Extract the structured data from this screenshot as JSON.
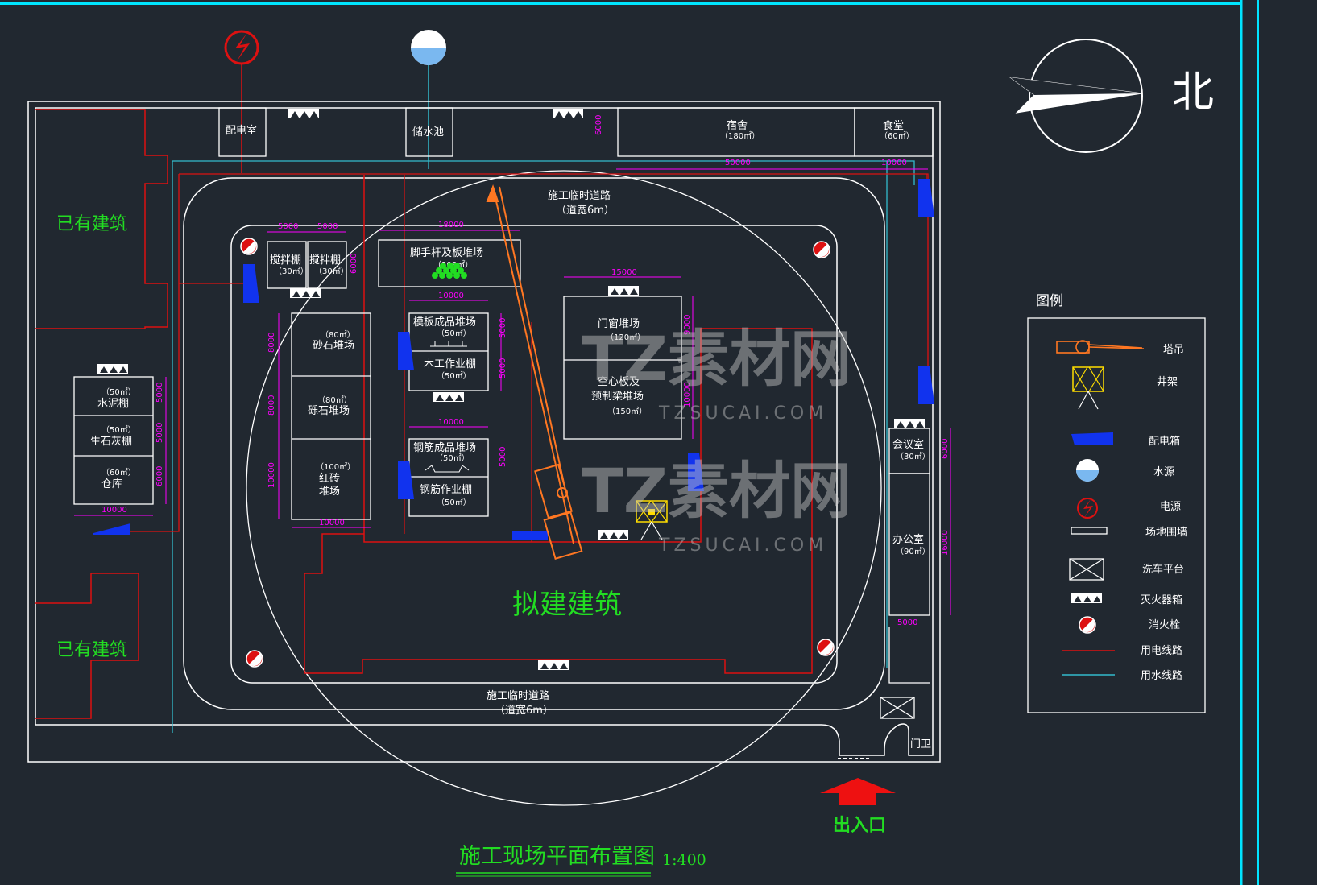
{
  "north_label": "北",
  "existing_building": "已有建筑",
  "proposed_building": "拟建建筑",
  "road_label": "施工临时道路",
  "road_width": "（道宽6m）",
  "entrance": "出入口",
  "title": "施工现场平面布置图",
  "scale": "1:400",
  "watermark": {
    "main": "TZ素材网",
    "sub": "TZSUCAI.COM"
  },
  "top_row": {
    "power_room": "配电室",
    "water_pool": "储水池",
    "dorm": "宿舍",
    "dorm_area": "（180㎡）",
    "canteen": "食堂",
    "canteen_area": "（60㎡）"
  },
  "left_sheds": {
    "cement": "水泥棚",
    "cement_area": "（50㎡）",
    "lime": "生石灰棚",
    "lime_area": "（50㎡）",
    "warehouse": "仓库",
    "warehouse_area": "（60㎡）"
  },
  "mixers": {
    "label": "搅拌棚",
    "area": "（30㎡）"
  },
  "yards": {
    "sand": "砂石堆场",
    "sand_area": "（80㎡）",
    "gravel": "砾石堆场",
    "gravel_area": "（80㎡）",
    "brick_1": "红砖",
    "brick_2": "堆场",
    "brick_area": "（100㎡）",
    "scaffold": "脚手杆及板堆场",
    "scaffold_area": "（108㎡）",
    "formwork": "模板成品堆场",
    "formwork_area": "（50㎡）",
    "carpentry": "木工作业棚",
    "carpentry_area": "（50㎡）",
    "rebar_yard": "钢筋成品堆场",
    "rebar_yard_area": "（50㎡）",
    "rebar_shed": "钢筋作业棚",
    "rebar_shed_area": "（50㎡）",
    "door_window": "门窗堆场",
    "door_window_area": "（120㎡）",
    "slab_1": "空心板及",
    "slab_2": "预制梁堆场",
    "slab_area": "（150㎡）"
  },
  "right_rooms": {
    "meeting": "会议室",
    "meeting_area": "（30㎡）",
    "office": "办公室",
    "office_area": "（90㎡）",
    "guard": "门卫"
  },
  "dimensions": {
    "d5000": "5000",
    "d18000": "18000",
    "d10000": "10000",
    "d15000": "15000",
    "d6000": "6000",
    "d8000": "8000",
    "d50000": "50000",
    "d16000": "16000",
    "d9000": "9000"
  },
  "legend": {
    "title": "图例",
    "items": [
      {
        "label": "塔吊",
        "icon": "tower-crane-icon"
      },
      {
        "label": "井架",
        "icon": "derrick-icon"
      },
      {
        "label": "配电箱",
        "icon": "distribution-box-icon"
      },
      {
        "label": "水源",
        "icon": "water-source-icon"
      },
      {
        "label": "电源",
        "icon": "power-source-icon"
      },
      {
        "label": "场地围墙",
        "icon": "site-wall-icon"
      },
      {
        "label": "洗车平台",
        "icon": "car-wash-icon"
      },
      {
        "label": "灭火器箱",
        "icon": "extinguisher-box-icon"
      },
      {
        "label": "消火栓",
        "icon": "fire-hydrant-icon"
      },
      {
        "label": "用电线路",
        "icon": "power-line-icon"
      },
      {
        "label": "用水线路",
        "icon": "water-line-icon"
      }
    ]
  },
  "colors": {
    "background": "#212830",
    "wall": "#ffffff",
    "power_line": "#dd1111",
    "water_line": "#33bbcc",
    "dimension": "#ff00ff",
    "label_green": "#22dd22",
    "crane": "#ff7722",
    "frame_cyan": "#00e5ff"
  }
}
